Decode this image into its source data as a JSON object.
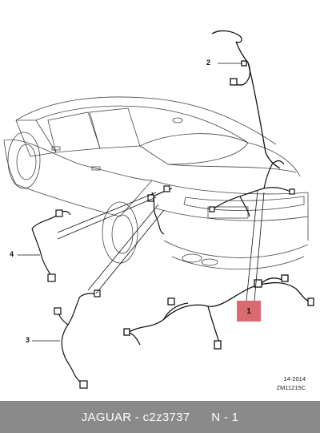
{
  "callouts": {
    "c1": "1",
    "c2": "2",
    "c3": "3",
    "c4": "4"
  },
  "colors": {
    "highlight": "#d96b70",
    "footer_bg": "#8a8a8a",
    "line": "#222222"
  },
  "meta": {
    "date": "14-2014",
    "drawing_ref": "ZM11215C"
  },
  "footer": {
    "text": "JAGUAR - c2z3737      N - 1"
  }
}
